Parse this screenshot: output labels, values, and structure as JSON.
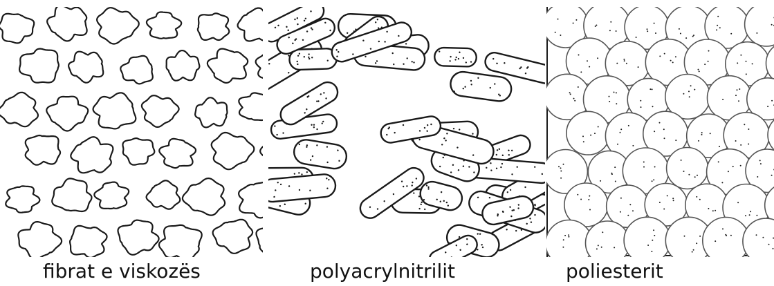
{
  "panels": [
    {
      "caption": "fibrat e viskozës"
    },
    {
      "caption": "polyacrylnitrilit"
    },
    {
      "caption": "poliesterit"
    }
  ],
  "style": {
    "ink": "#1a1a1a",
    "grey_ink": "#555555",
    "background": "#ffffff"
  }
}
